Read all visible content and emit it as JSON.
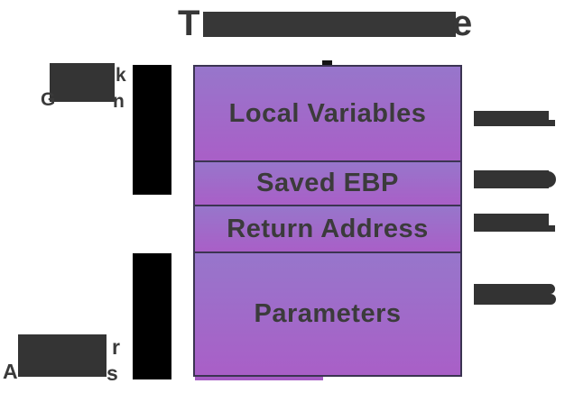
{
  "title": {
    "visible_prefix": "T",
    "visible_suffix": "e",
    "redacted": true
  },
  "left_labels": {
    "stack_growth": {
      "line1_visible_suffix": "k",
      "line2_visible_prefix": "G",
      "line2_visible_suffix": "n",
      "redacted": true
    },
    "higher_addresses": {
      "line1_visible_suffix": "r",
      "line2_visible_prefix": "A",
      "line2_visible_suffix": "s",
      "redacted": true
    }
  },
  "stack": {
    "frames": [
      {
        "label": "Local Variables"
      },
      {
        "label": "Saved EBP"
      },
      {
        "label": "Return Address"
      },
      {
        "label": "Parameters"
      }
    ]
  },
  "right_labels": {
    "count": 4,
    "redacted": true,
    "visible_fragments": [
      "bottom-right foot of glyph",
      "rounded right edge of glyph",
      "bottom-right foot of glyph",
      "double-bump right edge of glyph"
    ]
  },
  "colors": {
    "frame_gradient_top": "#9776CB",
    "frame_gradient_bottom": "#A95FC7",
    "frame_border": "#3B3452",
    "text_dark": "#3B3B3B",
    "redaction_gray": "#343434",
    "redaction_black": "#000000",
    "background": "#FFFFFF"
  }
}
